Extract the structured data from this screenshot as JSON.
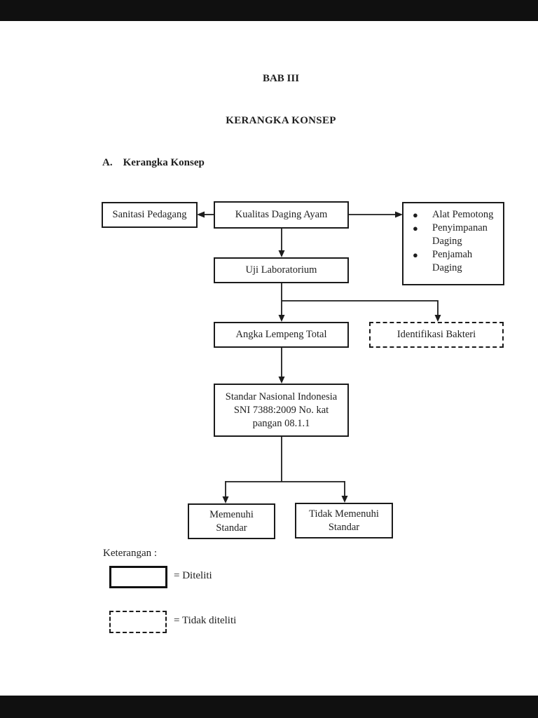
{
  "page": {
    "chapter_title": "BAB III",
    "page_title": "KERANGKA KONSEP",
    "section_letter": "A.",
    "section_title": "Kerangka Konsep"
  },
  "diagram": {
    "sanitasi": "Sanitasi Pedagang",
    "kualitas": "Kualitas Daging Ayam",
    "faktor_items": [
      "Alat Pemotong",
      "Penyimpanan Daging",
      "Penjamah Daging"
    ],
    "bullet_glyph": "●",
    "uji": "Uji Laboratorium",
    "angka_lempeng": "Angka Lempeng Total",
    "identifikasi": "Identifikasi Bakteri",
    "sni_lines": [
      "Standar Nasional Indonesia",
      "SNI 7388:2009 No. kat",
      "pangan 08.1.1"
    ],
    "memenuhi": "Memenuhi Standar",
    "tidak_memenuhi": "Tidak Memenuhi Standar"
  },
  "legend": {
    "title": "Keterangan :",
    "solid_label": "= Diteliti",
    "dashed_label": "= Tidak diteliti"
  },
  "colors": {
    "ink": "#1e1e1e",
    "border": "#1b1b1b",
    "page_bg": "#ffffff",
    "letterbox": "#101010"
  }
}
